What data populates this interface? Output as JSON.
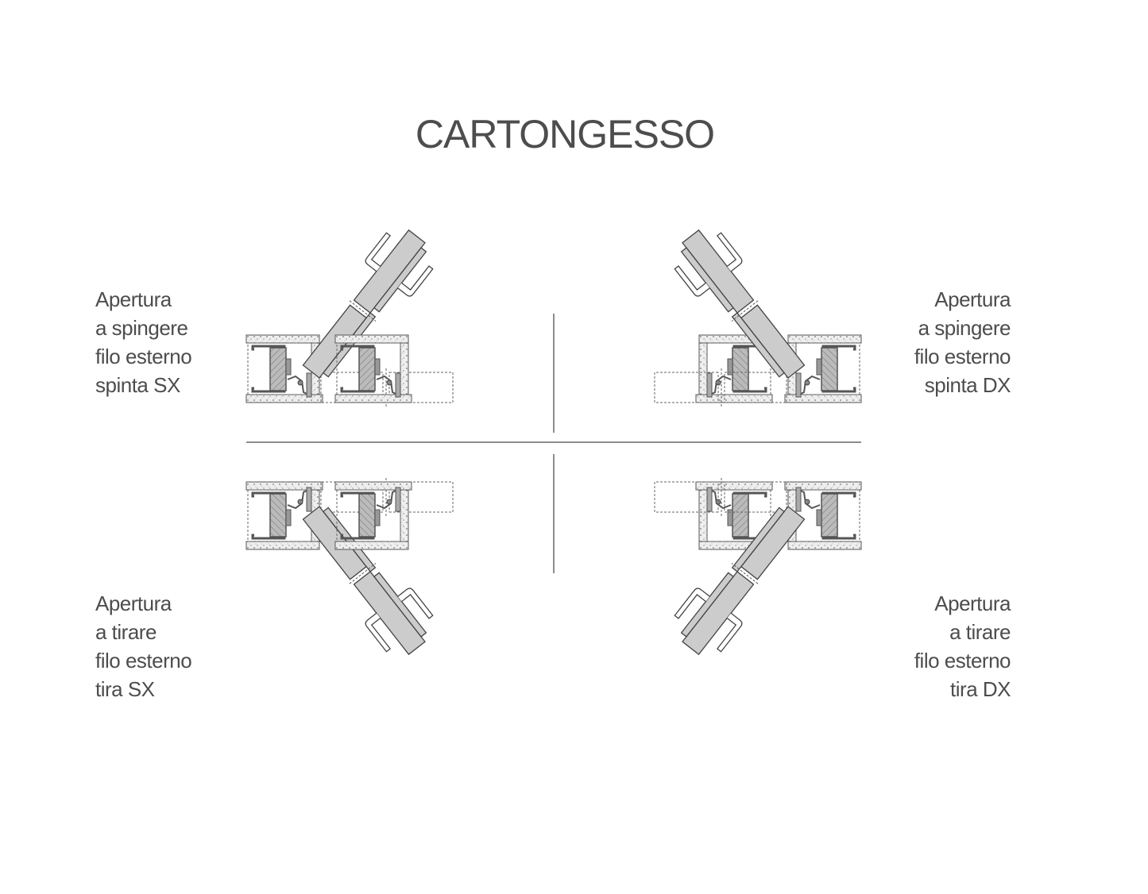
{
  "title": "CARTONGESSO",
  "labels": {
    "top_left": [
      "Apertura",
      "a spingere",
      "filo esterno",
      "spinta SX"
    ],
    "top_right": [
      "Apertura",
      "a spingere",
      "filo esterno",
      "spinta DX"
    ],
    "bottom_left": [
      "Apertura",
      "a tirare",
      "filo esterno",
      "tira SX"
    ],
    "bottom_right": [
      "Apertura",
      "a tirare",
      "filo esterno",
      "tira DX"
    ]
  },
  "colors": {
    "text": "#4d4d4d",
    "line": "#555555",
    "door_fill": "#cccccc",
    "concrete": "#e6e6e6"
  }
}
